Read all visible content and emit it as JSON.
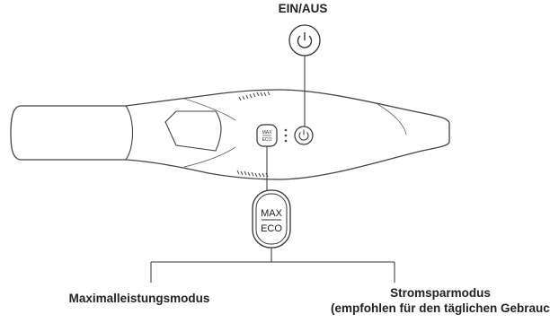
{
  "labels": {
    "power": "EIN/AUS",
    "max_mode": "Maximalleistungsmodus",
    "eco_mode_line1": "Stromsparmodus",
    "eco_mode_line2": "(empfohlen für den täglichen Gebrauch)"
  },
  "mode_button": {
    "top": "MAX",
    "bottom": "ECO"
  },
  "icons": [
    "power-icon",
    "max-eco-switch-icon",
    "indicator-dots"
  ]
}
